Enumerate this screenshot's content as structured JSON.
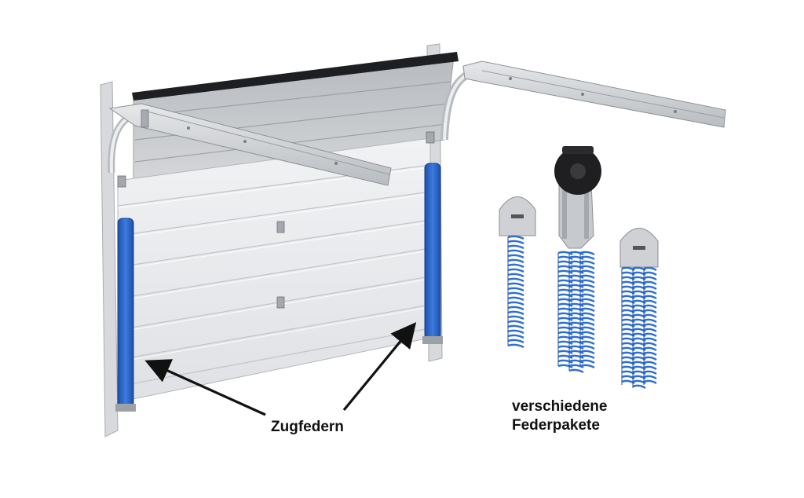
{
  "labels": {
    "tension_springs": "Zugfedern",
    "spring_packages_line1": "verschiedene",
    "spring_packages_line2": "Federpakete"
  },
  "colors": {
    "spring_blue": "#2f6fd0",
    "cover_blue": "#2a63c8",
    "panel_light": "#e9ebee",
    "frame_gray": "#c9cbce",
    "arrow": "#111111"
  },
  "icons": [
    "garage-door",
    "spring-package",
    "pulley-wheel",
    "arrow"
  ]
}
